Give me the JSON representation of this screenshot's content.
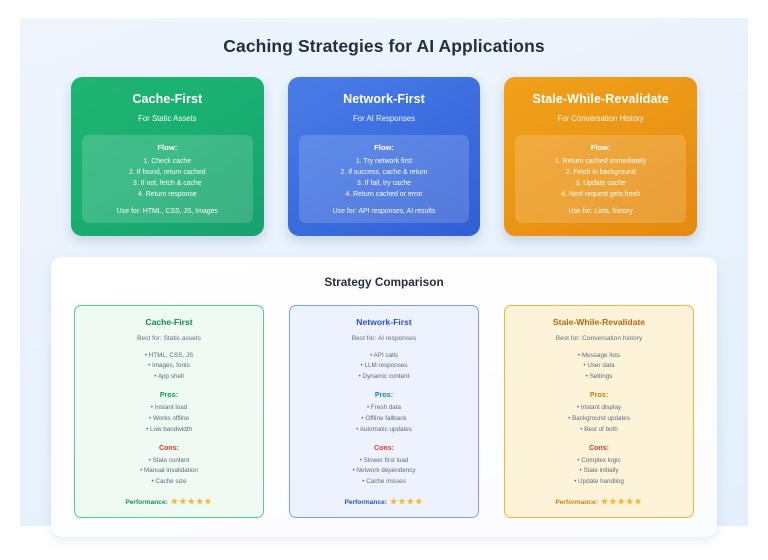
{
  "page": {
    "title": "Caching Strategies for AI Applications",
    "background_color": "#eaf3fc"
  },
  "strategies": [
    {
      "name": "Cache-First",
      "subtitle": "For Static Assets",
      "accent": "#1ab072",
      "theme": "green",
      "flow_label": "Flow:",
      "steps": [
        "1. Check cache",
        "2. If found, return cached",
        "3. If not, fetch & cache",
        "4. Return response"
      ],
      "use_for": "Use for: HTML, CSS, JS, Images"
    },
    {
      "name": "Network-First",
      "subtitle": "For AI Responses",
      "accent": "#3d6fe0",
      "theme": "blue",
      "flow_label": "Flow:",
      "steps": [
        "1. Try network first",
        "2. If success, cache & return",
        "3. If fail, try cache",
        "4. Return cached or error"
      ],
      "use_for": "Use for: API responses, AI results"
    },
    {
      "name": "Stale-While-Revalidate",
      "subtitle": "For Conversation History",
      "accent": "#ec9717",
      "theme": "orange",
      "flow_label": "Flow:",
      "steps": [
        "1. Return cached immediately",
        "2. Fetch in background",
        "3. Update cache",
        "4. Next request gets fresh"
      ],
      "use_for": "Use for: Lists, history"
    }
  ],
  "comparison": {
    "heading": "Strategy Comparison",
    "pros_label": "Pros:",
    "cons_label": "Cons:",
    "performance_label": "Performance:",
    "cards": [
      {
        "name": "Cache-First",
        "theme": "green",
        "best_for": "Best for: Static assets",
        "uses": [
          "• HTML, CSS, JS",
          "• Images, fonts",
          "• App shell"
        ],
        "pros": [
          "• Instant load",
          "• Works offline",
          "• Low bandwidth"
        ],
        "cons": [
          "• Stale content",
          "• Manual invalidation",
          "• Cache size"
        ],
        "performance_rating": 5,
        "stars": "★★★★★"
      },
      {
        "name": "Network-First",
        "theme": "blue",
        "best_for": "Best for: AI responses",
        "uses": [
          "• API calls",
          "• LLM responses",
          "• Dynamic content"
        ],
        "pros": [
          "• Fresh data",
          "• Offline fallback",
          "• Automatic updates"
        ],
        "cons": [
          "• Slower first load",
          "• Network dependency",
          "• Cache misses"
        ],
        "performance_rating": 4,
        "stars": "★★★★"
      },
      {
        "name": "Stale-While-Revalidate",
        "theme": "orange",
        "best_for": "Best for: Conversation history",
        "uses": [
          "• Message lists",
          "• User data",
          "• Settings"
        ],
        "pros": [
          "• Instant display",
          "• Background updates",
          "• Best of both"
        ],
        "cons": [
          "• Complex logic",
          "• Stale initially",
          "• Update handling"
        ],
        "performance_rating": 5,
        "stars": "★★★★★"
      }
    ]
  }
}
